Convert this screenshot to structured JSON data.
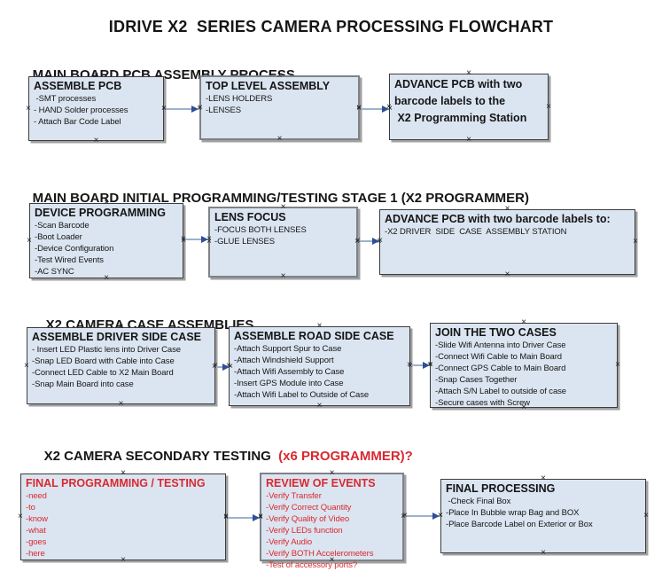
{
  "title": "IDRIVE X2  SERIES CAMERA PROCESSING FLOWCHART",
  "colors": {
    "box-fill": "#dbe5f1",
    "box-border": "#3c3c3c",
    "arrow-line": "#9db1cc",
    "arrow-head": "#2e4f97",
    "red": "#d8292f"
  },
  "sections": [
    {
      "heading": "MAIN BOARD PCB ASSEMBLY PROCESS",
      "boxes": [
        {
          "title_lines": [
            "ASSEMBLE PCB"
          ],
          "items": [
            " -SMT processes",
            "- HAND Solder processes",
            "- Attach Bar Code Label"
          ]
        },
        {
          "title_lines": [
            "TOP LEVEL ASSEMBLY"
          ],
          "items": [
            "-LENS HOLDERS",
            "-LENSES"
          ]
        },
        {
          "title_lines": [
            "ADVANCE PCB with two",
            "barcode labels to the",
            " X2 Programming Station"
          ],
          "items": []
        }
      ]
    },
    {
      "heading": "MAIN BOARD INITIAL PROGRAMMING/TESTING STAGE 1 (X2 PROGRAMMER)",
      "boxes": [
        {
          "title_lines": [
            "DEVICE PROGRAMMING"
          ],
          "items": [
            "-Scan Barcode",
            "-Boot Loader",
            "-Device Configuration",
            "-Test Wired Events",
            "-AC SYNC"
          ]
        },
        {
          "title_lines": [
            "LENS FOCUS"
          ],
          "items": [
            "-FOCUS BOTH LENSES",
            "-GLUE LENSES"
          ]
        },
        {
          "title_lines": [
            "ADVANCE PCB with two barcode labels to:"
          ],
          "items": [
            "-X2 DRIVER  SIDE  CASE  ASSEMBLY STATION"
          ]
        }
      ]
    },
    {
      "heading": "X2 CAMERA CASE ASSEMBLIES",
      "boxes": [
        {
          "title_lines": [
            "ASSEMBLE DRIVER SIDE CASE"
          ],
          "items": [
            "- Insert LED Plastic lens into Driver Case",
            "-Snap LED Board with Cable into Case",
            "-Connect LED Cable to X2 Main Board",
            "-Snap Main Board into case"
          ]
        },
        {
          "title_lines": [
            "ASSEMBLE ROAD SIDE CASE"
          ],
          "items": [
            "-Attach Support Spur to Case",
            "-Attach Windshield Support",
            "-Attach Wifi Assembly to Case",
            "-Insert GPS Module into Case",
            "-Attach Wifi Label to Outside of Case"
          ]
        },
        {
          "title_lines": [
            "JOIN THE TWO CASES"
          ],
          "items": [
            "-Slide Wifi Antenna into Driver Case",
            "-Connect Wifi Cable to Main Board",
            "-Connect GPS Cable to Main Board",
            "-Snap Cases Together",
            "-Attach S/N Label to outside of case",
            "-Secure cases with Screw"
          ]
        }
      ]
    },
    {
      "heading": "X2 CAMERA SECONDARY TESTING  ",
      "heading_red": "(x6 PROGRAMMER)?",
      "boxes": [
        {
          "title_lines": [
            "FINAL PROGRAMMING / TESTING"
          ],
          "items": [
            "-need",
            "-to",
            "-know",
            "-what",
            "-goes",
            "-here"
          ]
        },
        {
          "title_lines": [
            "REVIEW OF EVENTS"
          ],
          "items": [
            "-Verify Transfer",
            "-Verify Correct Quantity",
            "-Verify Quality of Video",
            "-Verify LEDs function",
            "-Verify Audio",
            "-Verify BOTH Accelerometers",
            "-Test of accessory ports?"
          ]
        },
        {
          "title_lines": [
            "FINAL PROCESSING"
          ],
          "items": [
            " -Check Final Box",
            "-Place In Bubble wrap Bag and BOX",
            "-Place Barcode Label on Exterior or Box"
          ]
        }
      ]
    }
  ]
}
